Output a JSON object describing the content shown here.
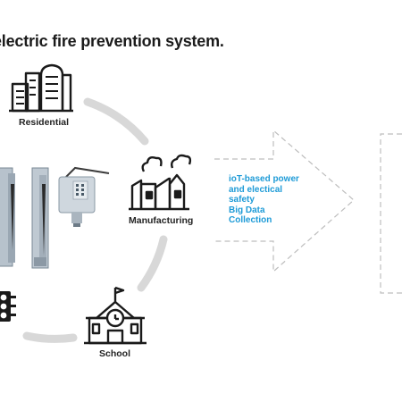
{
  "title": "electric fire prevention system.",
  "nodes": {
    "residential": "Residential",
    "manufacturing": "Manufacturing",
    "school": "School"
  },
  "callout": {
    "line1": "ioT-based power",
    "line2": "and electical",
    "line3": "safety",
    "line4": "Big Data",
    "line5": "Collection"
  },
  "colors": {
    "accent": "#1e9bd7",
    "ring": "#d8d8d8",
    "icon": "#1a1a1a",
    "dashed": "#bdbdbd"
  },
  "icons": [
    "buildings-icon",
    "factory-icon",
    "school-icon",
    "traffic-light-icon",
    "sensor-device-icon",
    "arrow-outline"
  ]
}
